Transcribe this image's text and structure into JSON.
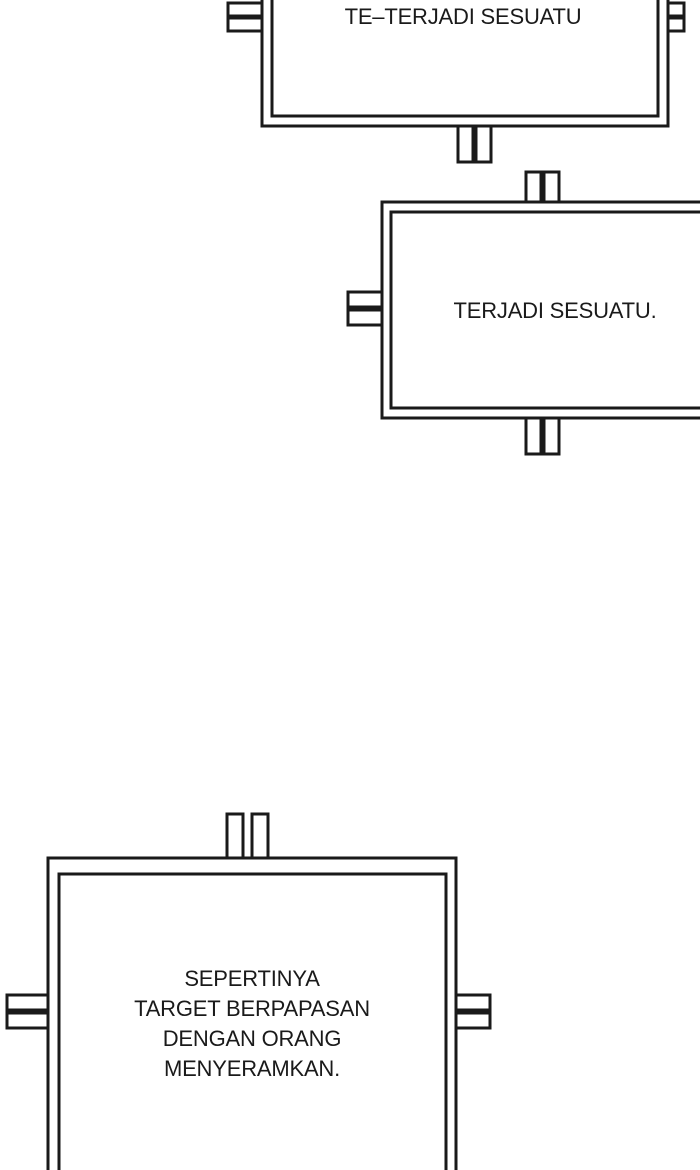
{
  "panels": [
    {
      "lines": [
        "TE–TERJADI SESUATU"
      ]
    },
    {
      "lines": [
        "TERJADI SESUATU."
      ]
    },
    {
      "lines": [
        "SEPERTINYA",
        "TARGET BERPAPASAN",
        "DENGAN ORANG",
        "MENYERAMKAN."
      ]
    }
  ],
  "colors": {
    "frame_stroke": "#1a1a1a",
    "background": "#ffffff",
    "text": "#1a1a1a"
  }
}
